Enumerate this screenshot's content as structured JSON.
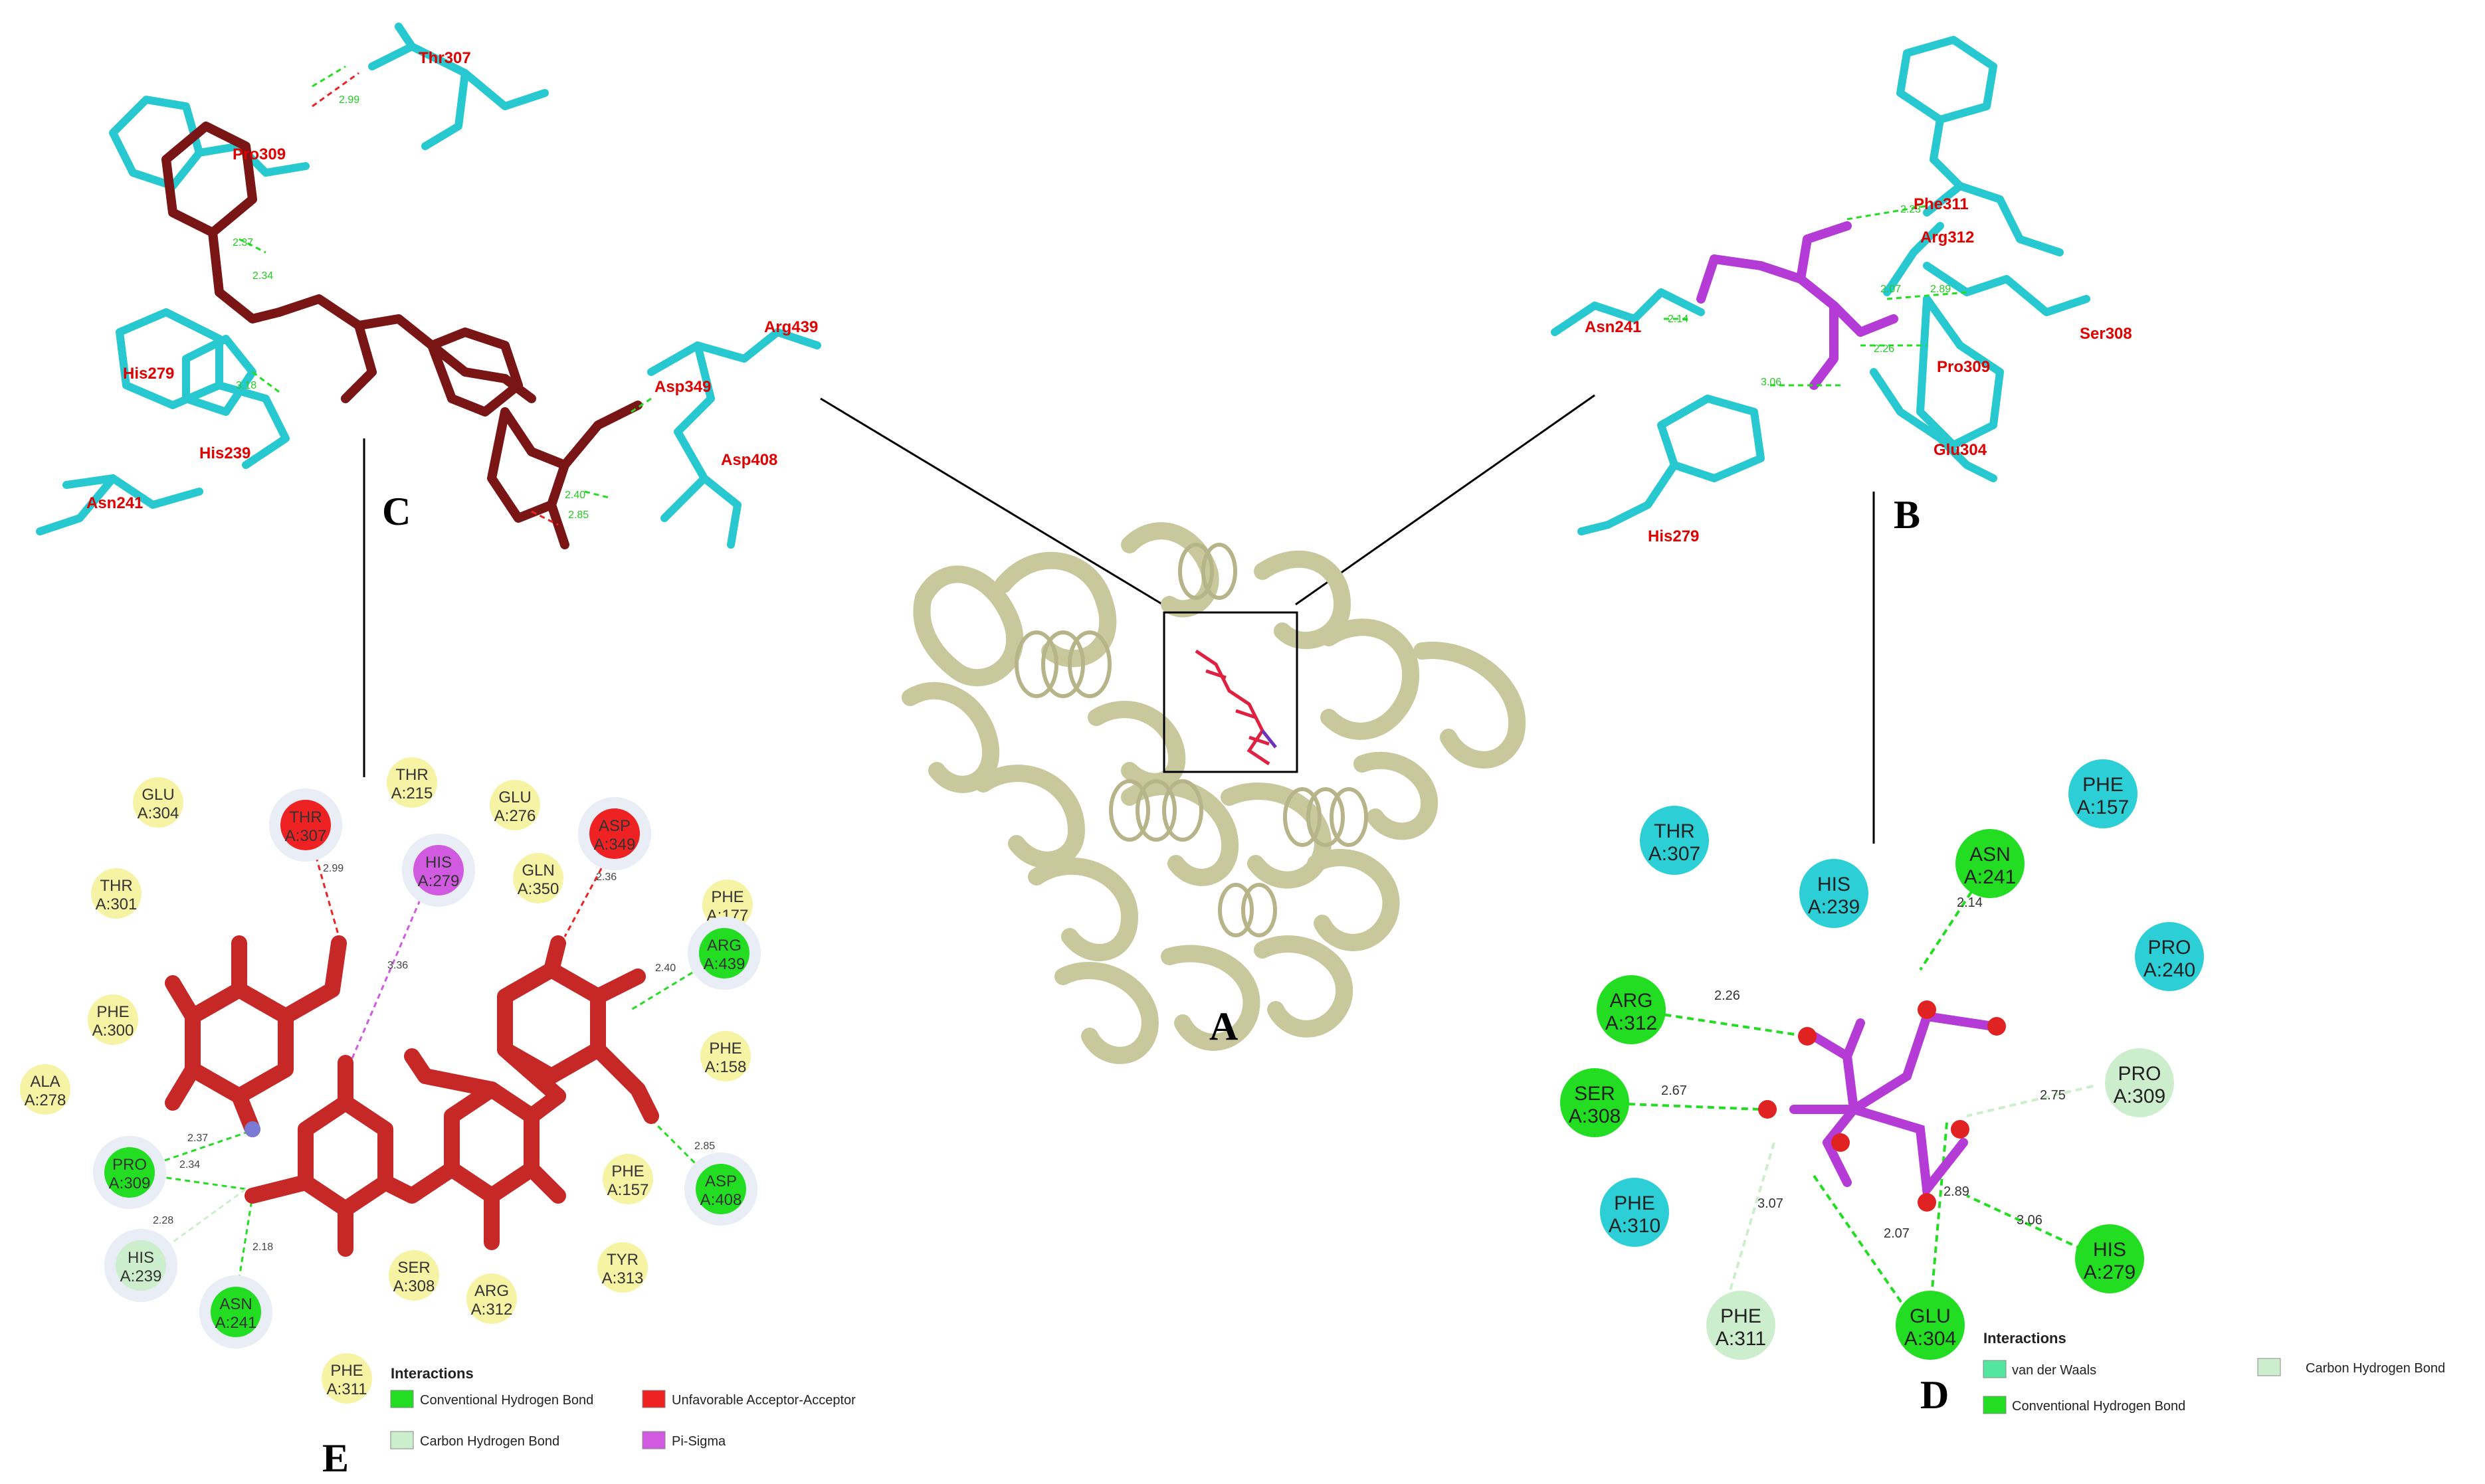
{
  "colors": {
    "protein": "#c9c79c",
    "ligand_c": "#7a1515",
    "ligand_b": "#b43bd6",
    "residue_stick": "#28c8d0",
    "residue_label_3d": "#e00000",
    "hbond_3d": "#22dd22",
    "conv_hbond": "#22dd22",
    "carbon_hbond": "#cdeecd",
    "unfav": "#ee2222",
    "pi_sigma": "#d05ae0",
    "vdw_yellow": "#f6f3a4",
    "vdw_cyan": "#2dcfd6",
    "lig2d_e": "#c62828",
    "lig2d_d": "#b43bd6"
  },
  "panels": {
    "A": {
      "letter": "A"
    },
    "B": {
      "letter": "B",
      "residues": [
        "Phe311",
        "Arg312",
        "Asn241",
        "Ser308",
        "Pro309",
        "Glu304",
        "His279"
      ],
      "distances": [
        "2.23",
        "2.14",
        "2.07",
        "2.89",
        "2.26",
        "3.06"
      ]
    },
    "C": {
      "letter": "C",
      "residues": [
        "Thr307",
        "Pro309",
        "His279",
        "Arg439",
        "Asp349",
        "Asp408",
        "His239",
        "Asn241"
      ],
      "distances": [
        "2.99",
        "2.37",
        "2.34",
        "3.18",
        "2.40",
        "2.85"
      ]
    },
    "D": {
      "letter": "D",
      "residues": [
        {
          "name": "THR",
          "id": "A:307",
          "kind": "vdw"
        },
        {
          "name": "PHE",
          "id": "A:157",
          "kind": "vdw"
        },
        {
          "name": "HIS",
          "id": "A:239",
          "kind": "vdw"
        },
        {
          "name": "ASN",
          "id": "A:241",
          "kind": "conv"
        },
        {
          "name": "PRO",
          "id": "A:240",
          "kind": "vdw"
        },
        {
          "name": "ARG",
          "id": "A:312",
          "kind": "conv"
        },
        {
          "name": "SER",
          "id": "A:308",
          "kind": "conv"
        },
        {
          "name": "PRO",
          "id": "A:309",
          "kind": "carbon"
        },
        {
          "name": "PHE",
          "id": "A:310",
          "kind": "vdw"
        },
        {
          "name": "HIS",
          "id": "A:279",
          "kind": "conv"
        },
        {
          "name": "PHE",
          "id": "A:311",
          "kind": "carbon"
        },
        {
          "name": "GLU",
          "id": "A:304",
          "kind": "conv"
        }
      ],
      "distances": [
        "2.14",
        "2.26",
        "2.67",
        "2.75",
        "3.07",
        "2.89",
        "2.07",
        "3.06"
      ],
      "legend": {
        "title": "Interactions",
        "items": [
          "van der Waals",
          "Conventional Hydrogen Bond",
          "Carbon Hydrogen Bond"
        ]
      }
    },
    "E": {
      "letter": "E",
      "residues": [
        {
          "name": "GLU",
          "id": "A:304",
          "kind": "vdw"
        },
        {
          "name": "THR",
          "id": "A:215",
          "kind": "vdw"
        },
        {
          "name": "THR",
          "id": "A:307",
          "kind": "unfav"
        },
        {
          "name": "GLU",
          "id": "A:276",
          "kind": "vdw"
        },
        {
          "name": "ASP",
          "id": "A:349",
          "kind": "unfav"
        },
        {
          "name": "HIS",
          "id": "A:279",
          "kind": "pi"
        },
        {
          "name": "GLN",
          "id": "A:350",
          "kind": "vdw"
        },
        {
          "name": "THR",
          "id": "A:301",
          "kind": "vdw"
        },
        {
          "name": "PHE",
          "id": "A:177",
          "kind": "vdw"
        },
        {
          "name": "ARG",
          "id": "A:439",
          "kind": "conv"
        },
        {
          "name": "PHE",
          "id": "A:300",
          "kind": "vdw"
        },
        {
          "name": "PHE",
          "id": "A:158",
          "kind": "vdw"
        },
        {
          "name": "ALA",
          "id": "A:278",
          "kind": "vdw"
        },
        {
          "name": "PRO",
          "id": "A:309",
          "kind": "conv"
        },
        {
          "name": "PHE",
          "id": "A:157",
          "kind": "vdw"
        },
        {
          "name": "ASP",
          "id": "A:408",
          "kind": "conv"
        },
        {
          "name": "HIS",
          "id": "A:239",
          "kind": "carbon"
        },
        {
          "name": "SER",
          "id": "A:308",
          "kind": "vdw"
        },
        {
          "name": "ARG",
          "id": "A:312",
          "kind": "vdw"
        },
        {
          "name": "TYR",
          "id": "A:313",
          "kind": "vdw"
        },
        {
          "name": "ASN",
          "id": "A:241",
          "kind": "conv"
        },
        {
          "name": "PHE",
          "id": "A:311",
          "kind": "vdw"
        }
      ],
      "distances": [
        "2.99",
        "3.36",
        "2.36",
        "2.40",
        "2.37",
        "2.34",
        "2.28",
        "2.18",
        "2.85"
      ],
      "legend": {
        "title": "Interactions",
        "items": [
          "Conventional Hydrogen Bond",
          "Carbon Hydrogen Bond",
          "Unfavorable Acceptor-Acceptor",
          "Pi-Sigma"
        ]
      }
    }
  }
}
